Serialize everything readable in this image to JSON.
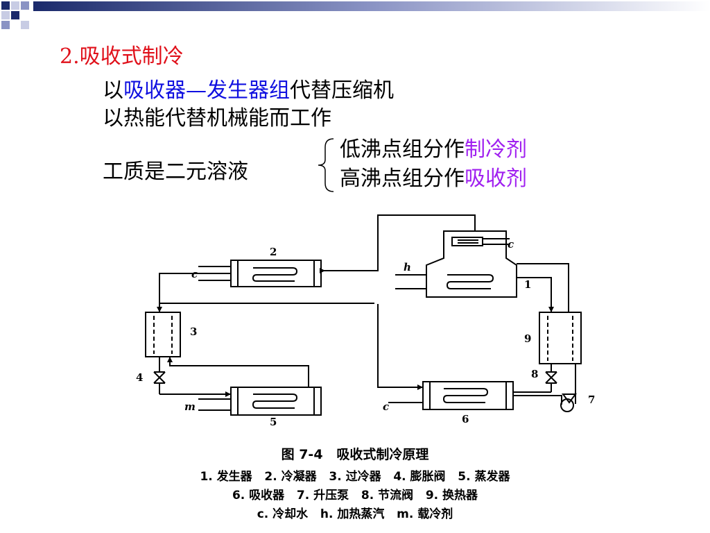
{
  "title": "2.吸收式制冷",
  "line1": {
    "pre": "以",
    "highlight": "吸收器—发生器组",
    "post": "代替压缩机"
  },
  "line2": "以热能代替机械能而工作",
  "working_fluid": "工质是二元溶液",
  "branch1": {
    "text": "低沸点组分作",
    "highlight": "制冷剂"
  },
  "branch2": {
    "text": "高沸点组分作",
    "highlight": "吸收剂"
  },
  "colors": {
    "title": "#e0101a",
    "blue": "#1010e0",
    "purple": "#a020f0",
    "deco_dark": "#1b2a6b",
    "deco_mid": "#8a93c4"
  },
  "figure": {
    "labels": {
      "n1": "1",
      "n2": "2",
      "n3": "3",
      "n4": "4",
      "n5": "5",
      "n6": "6",
      "n7": "7",
      "n8": "8",
      "n9": "9",
      "c": "c",
      "h": "h",
      "m": "m"
    },
    "caption": "图 7-4   吸收式制冷原理",
    "legend1": "1. 发生器   2. 冷凝器   3. 过冷器   4. 膨胀阀   5. 蒸发器",
    "legend2": "6. 吸收器   7. 升压泵   8. 节流阀   9. 换热器",
    "legend3": "c. 冷却水   h. 加热蒸汽   m. 载冷剂"
  }
}
